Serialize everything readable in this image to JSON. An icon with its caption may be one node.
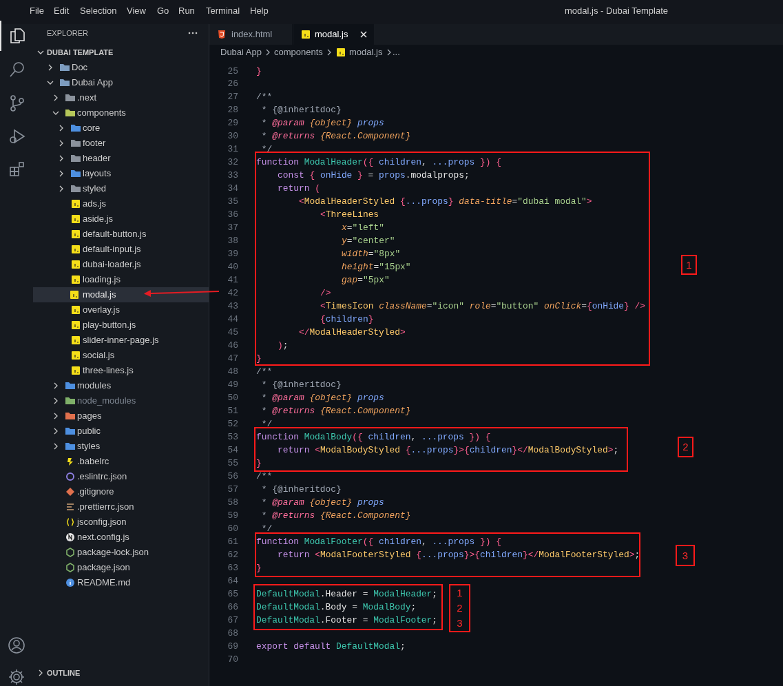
{
  "diagram": {
    "labels": [
      "File",
      "Edit",
      "Selection",
      "View",
      "Go",
      "Run",
      "Terminal",
      "Help",
      "modal.js - Dubai Template",
      "EXPLORER",
      "DUBAI TEMPLATE",
      "Doc",
      "Dubai App",
      ".next",
      "components",
      "core",
      "footer",
      "header",
      "layouts",
      "styled",
      "ads.js",
      "aside.js",
      "default-button.js",
      "default-input.js",
      "dubai-loader.js",
      "loading.js",
      "overlay.js",
      "play-button.js",
      "slider-inner-page.js",
      "social.js",
      "three-lines.js",
      "modules",
      "node_modules",
      "pages",
      "public",
      "styles",
      ".babelrc",
      ".eslintrc.json",
      ".gitignore",
      ".prettierrc.json",
      "jsconfig.json",
      "next.config.js",
      "package-lock.json",
      "package.json",
      "README.md",
      "OUTLINE",
      "index.html",
      "modal.js",
      "Dubai App",
      "components",
      "modal.js",
      "...",
      "25",
      "26",
      "27",
      "28",
      "29",
      "30",
      "31",
      "32",
      "33",
      "34",
      "35",
      "36",
      "37",
      "38",
      "39",
      "40",
      "41",
      "42",
      "43",
      "44",
      "45",
      "46",
      "47",
      "48",
      "49",
      "50",
      "51",
      "52",
      "53",
      "54",
      "55",
      "56",
      "57",
      "58",
      "59",
      "60",
      "61",
      "62",
      "63",
      "64",
      "65",
      "66",
      "67",
      "68",
      "69",
      "70",
      "}",
      "/**",
      "* {@inheritdoc}",
      "* @param {object} props",
      "* @returns {React.Component}",
      "*/",
      "/**",
      "* {@inheritdoc}",
      "* @param {object} props",
      "* @returns {React.Component}",
      "*/",
      "/**",
      "* {@inheritdoc}",
      "* @param {object} props",
      "* @returns {React.Component}",
      "*/",
      "export default DefaultModal;"
    ],
    "nodes": [
      {
        "text": [
          "function ModalHeader({ children, ...props }) {",
          "const { onHide } = props.modalprops;",
          "return (",
          "<ModalHeaderStyled {...props} data-title=\"dubai modal\">",
          "<ThreeLines",
          "x=\"left\"",
          "y=\"center\"",
          "width=\"8px\"",
          "height=\"15px\"",
          "gap=\"5px\"",
          "/>",
          "<TimesIcon className=\"icon\" role=\"button\" onClick={onHide} />",
          "{children}",
          "</ModalHeaderStyled>",
          ");",
          "}"
        ]
      },
      {
        "text": [
          "function ModalBody({ children, ...props }) {",
          "return <ModalBodyStyled {...props}>{children}</ModalBodyStyled>;",
          "}"
        ]
      },
      {
        "text": [
          "function ModalFooter({ children, ...props }) {",
          "return <ModalFooterStyled {...props}>{children}</ModalFooterStyled>;",
          "}"
        ]
      },
      {
        "text": [
          "DefaultModal.Header = ModalHeader;",
          "DefaultModal.Body = ModalBody;",
          "DefaultModal.Footer = ModalFooter;"
        ]
      },
      {
        "text": [
          "1"
        ]
      },
      {
        "text": [
          "2"
        ]
      },
      {
        "text": [
          "3"
        ]
      },
      {
        "text": [
          "1",
          "2",
          "3"
        ]
      },
      {
        "text": [
          "modal.js"
        ]
      }
    ],
    "edges": [
      {
        "from": null,
        "to": 8,
        "arrow": "to",
        "color": "#e51c23"
      }
    ]
  }
}
